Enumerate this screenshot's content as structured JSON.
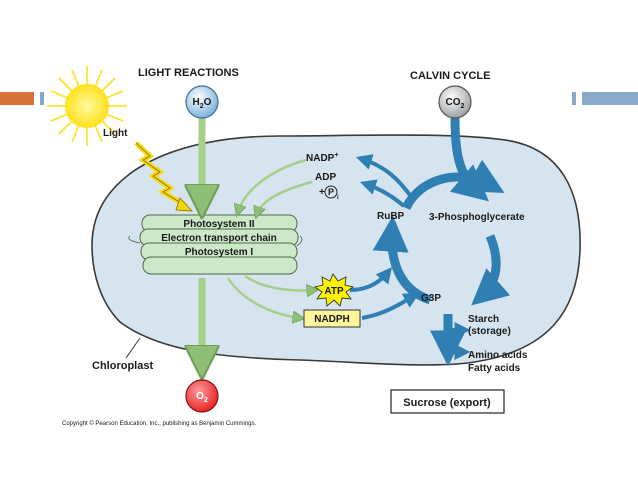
{
  "slide_bar": {
    "left_color": "#d9713a",
    "right_color": "#8aa9c9"
  },
  "headers": {
    "light": "LIGHT REACTIONS",
    "calvin": "CALVIN CYCLE"
  },
  "molecules": {
    "h2o_main": "H",
    "h2o_sub": "2",
    "h2o_end": "O",
    "co2_main": "CO",
    "co2_sub": "2",
    "o2_main": "O",
    "o2_sub": "2"
  },
  "labels": {
    "light": "Light",
    "chloroplast": "Chloroplast",
    "nadp_main": "NADP",
    "nadp_sup": "+",
    "adp": "ADP",
    "pi_plus": "+",
    "pi_p": "P",
    "pi_sub": "i",
    "rubp": "RuBP",
    "pga": "3-Phosphoglycerate",
    "g3p": "G3P",
    "atp": "ATP",
    "nadph": "NADPH",
    "starch": "Starch",
    "storage": "(storage)",
    "amino": "Amino acids",
    "fatty": "Fatty acids",
    "sucrose": "Sucrose (export)"
  },
  "thylakoid_lines": [
    "Photosystem II",
    "Electron transport chain",
    "Photosystem I"
  ],
  "copyright": "Copyright © Pearson Education, Inc., publishing as Benjamin Cummings.",
  "colors": {
    "stroma": "#d6e4ef",
    "thylakoid": "#cde8c8",
    "blue_arrow": "#2f7fb3",
    "green_arrow": "#a7cf8c",
    "sun": "#ffe11a",
    "o2": "#e8262a",
    "atp": "#fff200",
    "nadph_box": "#fff59a"
  }
}
